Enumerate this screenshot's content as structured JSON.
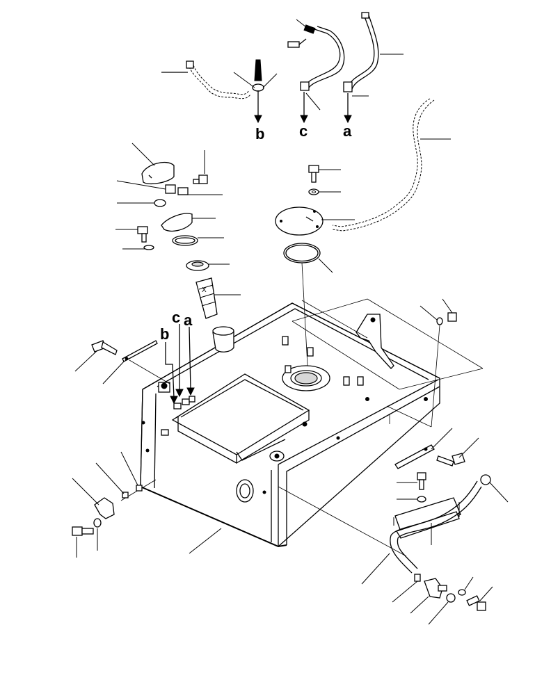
{
  "diagram": {
    "connection_labels": {
      "a": "a",
      "b": "b",
      "c": "c"
    }
  }
}
